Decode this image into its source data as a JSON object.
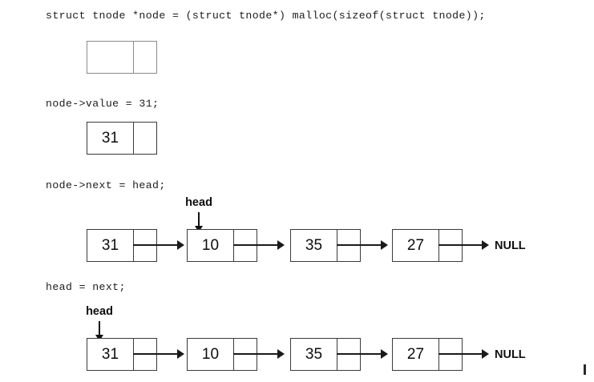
{
  "diagram": {
    "title": "linked-list-insert-at-head-steps",
    "colors": {
      "background": "#ffffff",
      "box_border": "#3a3a3a",
      "box_border_pale": "#8a8a8a",
      "arrow": "#1a1a1a",
      "text": "#0d0d0d"
    }
  },
  "steps": [
    {
      "id": "step-malloc",
      "code": "struct tnode *node = (struct tnode*) malloc(sizeof(struct tnode));",
      "nodes": [
        {
          "value": "",
          "next_arrow": false
        }
      ],
      "head_pointer": null,
      "null_terminated": false
    },
    {
      "id": "step-set-value",
      "code": "node->value = 31;",
      "nodes": [
        {
          "value": "31",
          "next_arrow": false
        }
      ],
      "head_pointer": null,
      "null_terminated": false
    },
    {
      "id": "step-set-next",
      "code": "node->next = head;",
      "nodes": [
        {
          "value": "31",
          "next_arrow": true
        },
        {
          "value": "10",
          "next_arrow": true
        },
        {
          "value": "35",
          "next_arrow": true
        },
        {
          "value": "27",
          "next_arrow": true
        }
      ],
      "head_pointer": {
        "label": "head",
        "points_to_node_index": 1
      },
      "null_terminated": true,
      "null_label": "NULL"
    },
    {
      "id": "step-move-head",
      "code": "head = next;",
      "nodes": [
        {
          "value": "31",
          "next_arrow": true
        },
        {
          "value": "10",
          "next_arrow": true
        },
        {
          "value": "35",
          "next_arrow": true
        },
        {
          "value": "27",
          "next_arrow": true
        }
      ],
      "head_pointer": {
        "label": "head",
        "points_to_node_index": 0
      },
      "null_terminated": true,
      "null_label": "NULL"
    }
  ]
}
